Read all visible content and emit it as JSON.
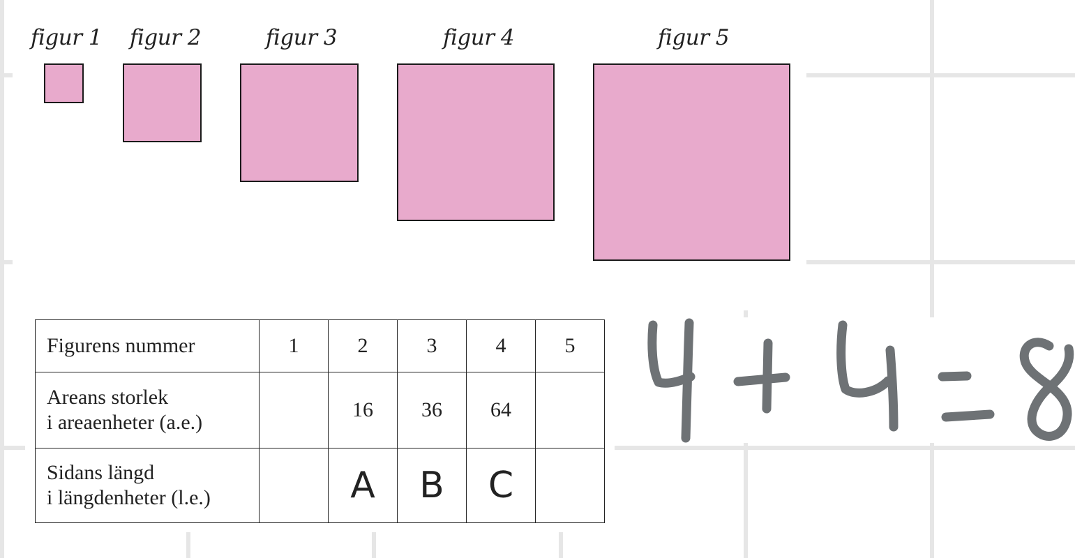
{
  "figures": [
    {
      "label": "figur 1",
      "side_units": 1
    },
    {
      "label": "figur 2",
      "side_units": 2
    },
    {
      "label": "figur 3",
      "side_units": 3
    },
    {
      "label": "figur 4",
      "side_units": 4
    },
    {
      "label": "figur 5",
      "side_units": 5
    }
  ],
  "colors": {
    "square_fill": "#e8aacc",
    "square_border": "#1a1a1a",
    "grid_line": "#e6e6e6",
    "handwriting": "#6e7275"
  },
  "table": {
    "row_headers": [
      {
        "line1": "Figurens nummer",
        "line2": ""
      },
      {
        "line1": "Areans storlek",
        "line2": "i areaenheter (a.e.)"
      },
      {
        "line1": "Sidans längd",
        "line2": "i längdenheter (l.e.)"
      }
    ],
    "figure_numbers": [
      "1",
      "2",
      "3",
      "4",
      "5"
    ],
    "areas": [
      "",
      "16",
      "36",
      "64",
      ""
    ],
    "side_lengths": [
      "",
      "A",
      "B",
      "C",
      ""
    ]
  },
  "handwriting": {
    "text": "4+4=8",
    "glyphs": [
      "4",
      "+",
      "4",
      "=",
      "8"
    ]
  }
}
